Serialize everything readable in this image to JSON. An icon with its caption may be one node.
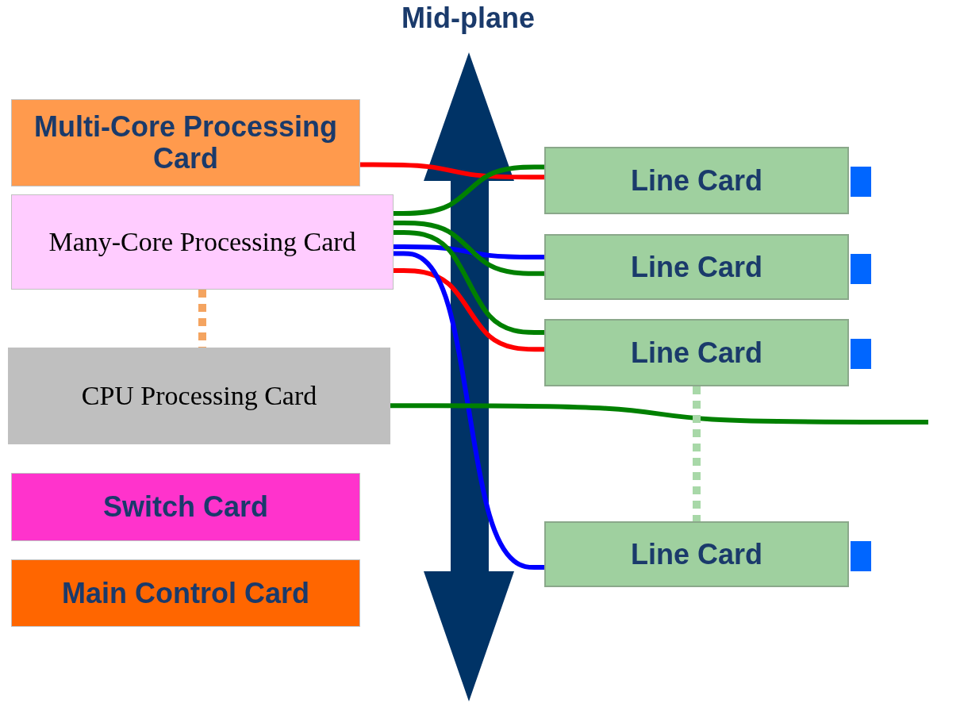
{
  "diagram": {
    "nodes": [
      {
        "text": [
          "Multi-Core Processing Card"
        ]
      },
      {
        "text": [
          "Many-Core Processing Card"
        ]
      },
      {
        "text": [
          "CPU Processing Card"
        ]
      },
      {
        "text": [
          "Switch Card"
        ]
      },
      {
        "text": [
          "Main Control Card"
        ]
      },
      {
        "text": [
          "Line Card"
        ]
      },
      {
        "text": [
          "Line Card"
        ]
      },
      {
        "text": [
          "Line Card"
        ]
      },
      {
        "text": [
          "Line Card"
        ]
      }
    ],
    "edges": [
      {
        "from": 0,
        "to": 5,
        "arrow": "none",
        "color": "#ff0000"
      },
      {
        "from": 1,
        "to": 7,
        "arrow": "none",
        "color": "#ff0000"
      },
      {
        "from": 1,
        "to": 6,
        "arrow": "none",
        "color": "#0000ff"
      },
      {
        "from": 1,
        "to": 8,
        "arrow": "none",
        "color": "#0000ff"
      },
      {
        "from": 1,
        "to": 5,
        "arrow": "none",
        "color": "#008000"
      },
      {
        "from": 1,
        "to": 6,
        "arrow": "none",
        "color": "#008000"
      },
      {
        "from": 1,
        "to": 7,
        "arrow": "none",
        "color": "#008000"
      },
      {
        "from": 2,
        "to": null,
        "arrow": "none",
        "color": "#008000"
      },
      {
        "from": 1,
        "to": 2,
        "arrow": "none",
        "style": "dashed",
        "color": "#f4a460"
      },
      {
        "from": 7,
        "to": 8,
        "arrow": "none",
        "style": "dashed",
        "color": "#a8d8a8"
      }
    ],
    "labels": [
      "Mid-plane"
    ]
  }
}
